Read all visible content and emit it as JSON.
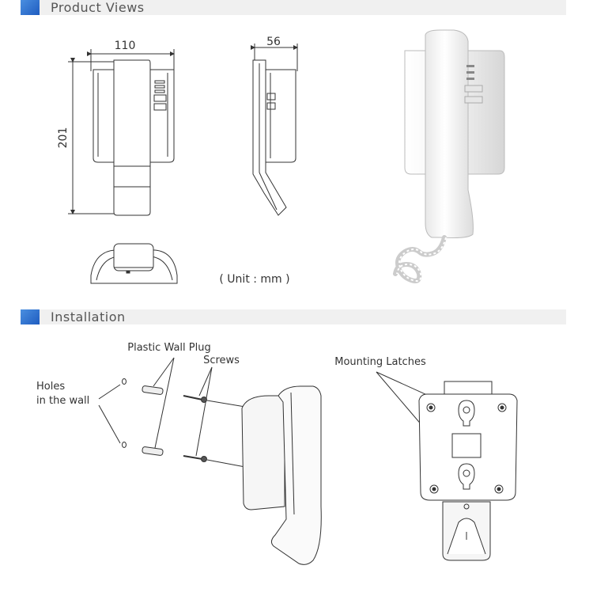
{
  "sections": {
    "product_views": "Product Views",
    "installation": "Installation"
  },
  "dimensions": {
    "width": "110",
    "depth": "56",
    "height": "201",
    "unit_note": "( Unit : mm )"
  },
  "install_labels": {
    "plastic_wall_plug": "Plastic Wall Plug",
    "screws": "Screws",
    "holes_line1": "Holes",
    "holes_line2": "in the wall",
    "mounting_latches": "Mounting Latches"
  },
  "colors": {
    "header_accent": "#2f6fd0",
    "header_bg": "#f0f0f0",
    "line": "#333333"
  }
}
